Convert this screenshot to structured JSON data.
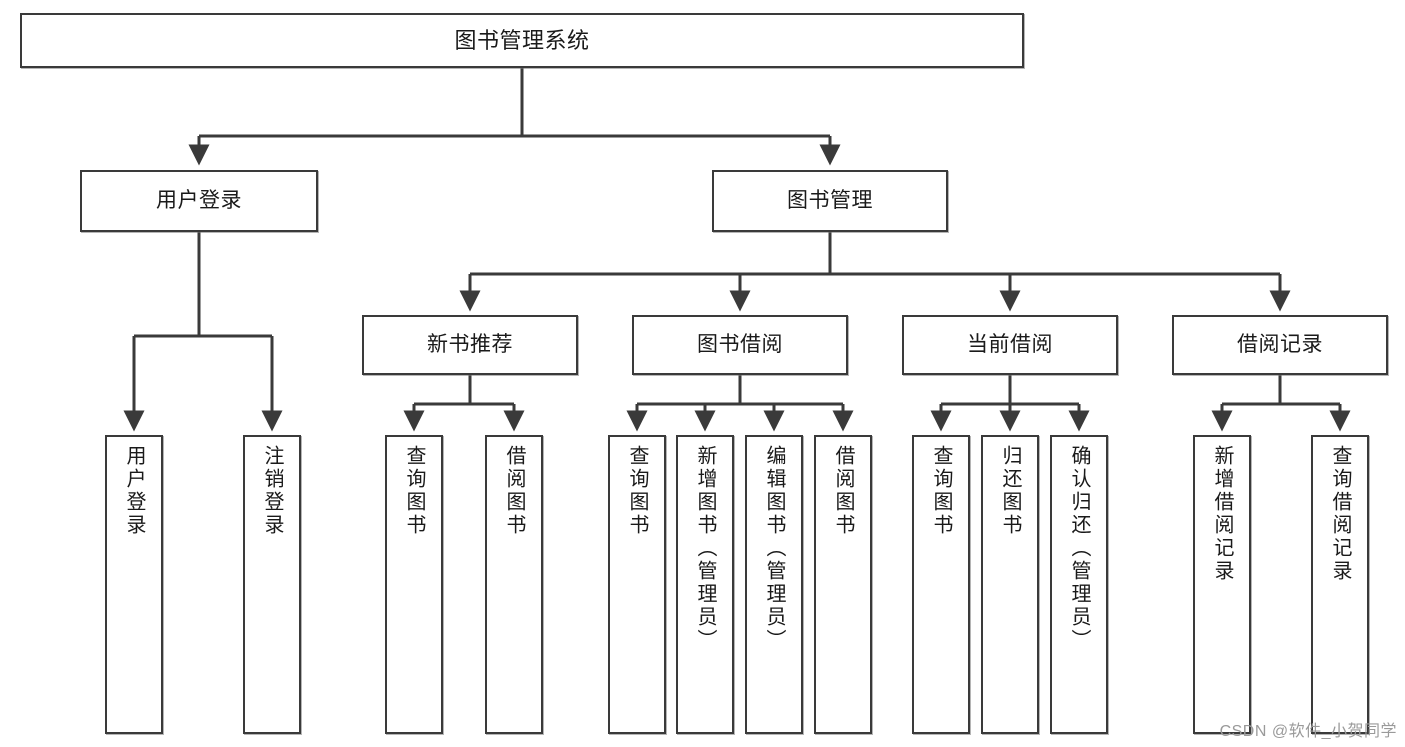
{
  "diagram": {
    "type": "tree-hierarchy-flowchart",
    "title": "图书管理系统",
    "watermark": "CSDN @软件_小贺同学",
    "colors": {
      "stroke": "#3a3a3a",
      "fill": "#ffffff",
      "text": "#1a1a1a",
      "watermark": "#9a9a9a"
    },
    "nodes": {
      "root": {
        "label": "图书管理系统",
        "level": 1
      },
      "l2": [
        {
          "id": "user-login",
          "label": "用户登录",
          "level": 2
        },
        {
          "id": "book-management",
          "label": "图书管理",
          "level": 2
        }
      ],
      "l3": [
        {
          "id": "new-book-recommend",
          "label": "新书推荐",
          "level": 3
        },
        {
          "id": "book-borrow",
          "label": "图书借阅",
          "level": 3
        },
        {
          "id": "current-borrow",
          "label": "当前借阅",
          "level": 3
        },
        {
          "id": "borrow-record",
          "label": "借阅记录",
          "level": 3
        }
      ],
      "leaves": [
        {
          "id": "leaf-user-login",
          "label": "用户登录",
          "parent": "user-login"
        },
        {
          "id": "leaf-user-logout",
          "label": "注销登录",
          "parent": "user-login"
        },
        {
          "id": "leaf-query-book-1",
          "label": "查询图书",
          "parent": "new-book-recommend"
        },
        {
          "id": "leaf-borrow-book-1",
          "label": "借阅图书",
          "parent": "new-book-recommend"
        },
        {
          "id": "leaf-query-book-2",
          "label": "查询图书",
          "parent": "book-borrow"
        },
        {
          "id": "leaf-add-book",
          "label": "新增图书（管理员）",
          "parent": "book-borrow"
        },
        {
          "id": "leaf-edit-book",
          "label": "编辑图书（管理员）",
          "parent": "book-borrow"
        },
        {
          "id": "leaf-borrow-book-2",
          "label": "借阅图书",
          "parent": "book-borrow"
        },
        {
          "id": "leaf-query-book-3",
          "label": "查询图书",
          "parent": "current-borrow"
        },
        {
          "id": "leaf-return-book",
          "label": "归还图书",
          "parent": "current-borrow"
        },
        {
          "id": "leaf-confirm-return",
          "label": "确认归还（管理员）",
          "parent": "current-borrow"
        },
        {
          "id": "leaf-add-record",
          "label": "新增借阅记录",
          "parent": "borrow-record"
        },
        {
          "id": "leaf-query-record",
          "label": "查询借阅记录",
          "parent": "borrow-record"
        }
      ]
    }
  }
}
